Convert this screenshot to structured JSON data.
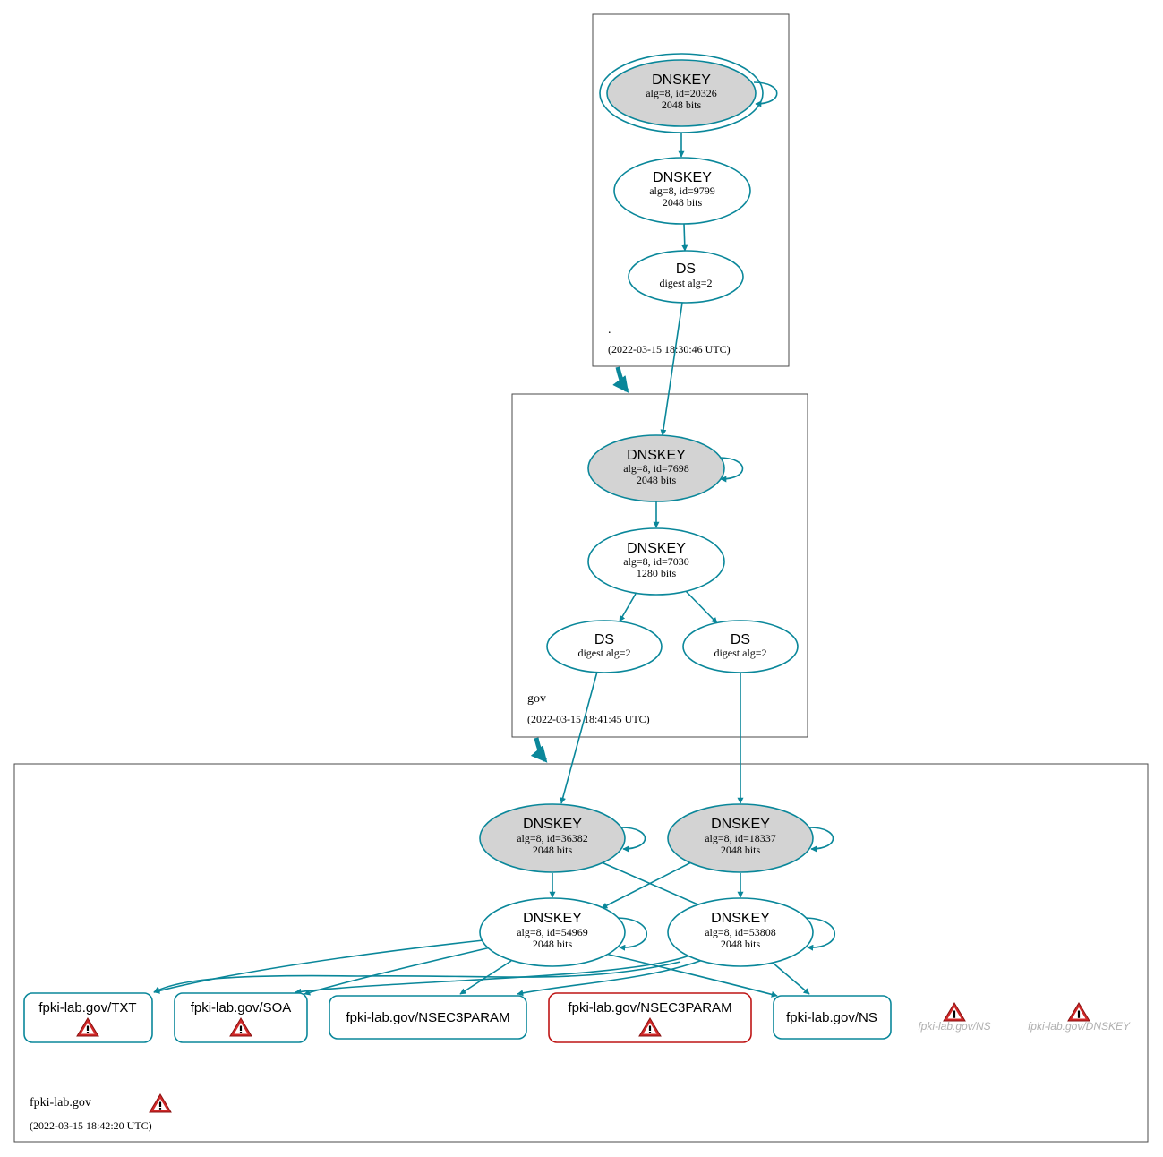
{
  "colors": {
    "teal": "#0a879a",
    "red": "#be1515",
    "ksk_fill": "#d3d3d3",
    "box_border": "#4a4a4a",
    "text": "#000000",
    "ghost": "#b0b0b0"
  },
  "zones": [
    {
      "id": "root",
      "name": ".",
      "timestamp": "(2022-03-15 18:30:46 UTC)"
    },
    {
      "id": "gov",
      "name": "gov",
      "timestamp": "(2022-03-15 18:41:45 UTC)"
    },
    {
      "id": "fpki",
      "name": "fpki-lab.gov",
      "timestamp": "(2022-03-15 18:42:20 UTC)",
      "warning_icon": "warning-icon"
    }
  ],
  "nodes": {
    "root_ksk": {
      "type": "DNSKEY",
      "line1": "alg=8, id=20326",
      "line2": "2048 bits"
    },
    "root_zsk": {
      "type": "DNSKEY",
      "line1": "alg=8, id=9799",
      "line2": "2048 bits"
    },
    "root_ds": {
      "type": "DS",
      "line1": "digest alg=2"
    },
    "gov_ksk": {
      "type": "DNSKEY",
      "line1": "alg=8, id=7698",
      "line2": "2048 bits"
    },
    "gov_zsk": {
      "type": "DNSKEY",
      "line1": "alg=8, id=7030",
      "line2": "1280 bits"
    },
    "gov_ds1": {
      "type": "DS",
      "line1": "digest alg=2"
    },
    "gov_ds2": {
      "type": "DS",
      "line1": "digest alg=2"
    },
    "f_ksk1": {
      "type": "DNSKEY",
      "line1": "alg=8, id=36382",
      "line2": "2048 bits"
    },
    "f_ksk2": {
      "type": "DNSKEY",
      "line1": "alg=8, id=18337",
      "line2": "2048 bits"
    },
    "f_zsk1": {
      "type": "DNSKEY",
      "line1": "alg=8, id=54969",
      "line2": "2048 bits"
    },
    "f_zsk2": {
      "type": "DNSKEY",
      "line1": "alg=8, id=53808",
      "line2": "2048 bits"
    }
  },
  "rrsets": {
    "txt": {
      "label": "fpki-lab.gov/TXT",
      "warning": true
    },
    "soa": {
      "label": "fpki-lab.gov/SOA",
      "warning": true
    },
    "nsec3param_ok": {
      "label": "fpki-lab.gov/NSEC3PARAM",
      "warning": false
    },
    "nsec3param_err": {
      "label": "fpki-lab.gov/NSEC3PARAM",
      "warning": true
    },
    "ns": {
      "label": "fpki-lab.gov/NS",
      "warning": false
    }
  },
  "missing": [
    {
      "label": "fpki-lab.gov/NS"
    },
    {
      "label": "fpki-lab.gov/DNSKEY"
    }
  ]
}
